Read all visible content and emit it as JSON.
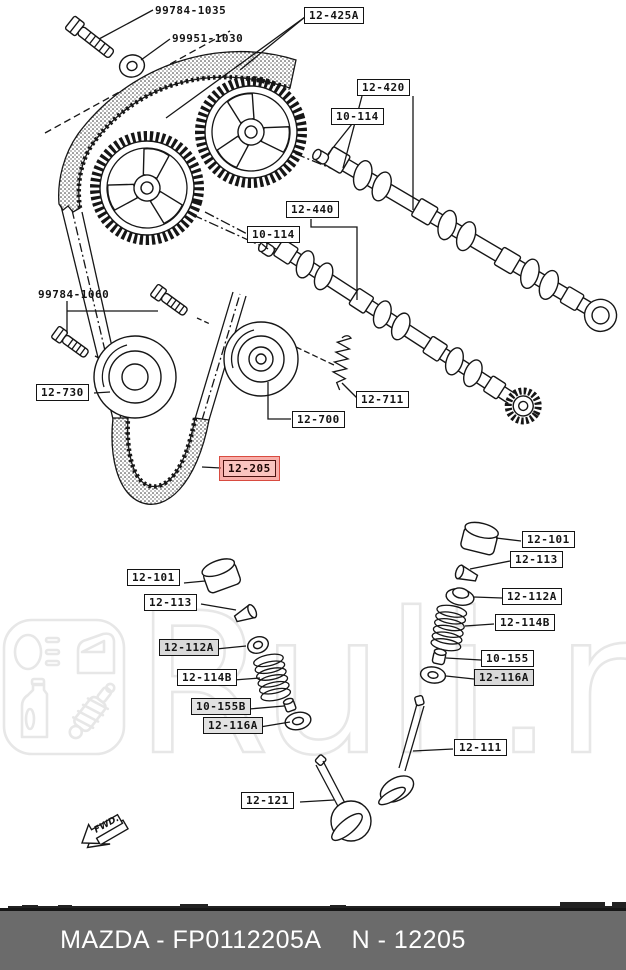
{
  "watermark": {
    "text": "Ruli.ru",
    "color": "#e7e7e7",
    "icons": [
      "headlight-icon",
      "car-door-icon",
      "oil-canister-icon",
      "shock-absorber-icon"
    ]
  },
  "fwd": {
    "text": "FWD."
  },
  "highlight": {
    "fill": "#f2968c",
    "border": "#d84b40",
    "highlighted_part": "12-205"
  },
  "line_color": "#161616",
  "labels": [
    {
      "id": "bolt-top",
      "text": "99784-1035",
      "style": "plain"
    },
    {
      "id": "washer-top",
      "text": "99951-1030",
      "style": "plain"
    },
    {
      "id": "cam-gears",
      "text": "12-425A",
      "style": "box"
    },
    {
      "id": "camshaft-intake",
      "text": "12-420",
      "style": "box"
    },
    {
      "id": "plug-intake",
      "text": "10-114",
      "style": "box"
    },
    {
      "id": "camshaft-exhaust",
      "text": "12-440",
      "style": "box"
    },
    {
      "id": "plug-exhaust",
      "text": "10-114",
      "style": "box"
    },
    {
      "id": "bolts-idler",
      "text": "99784-1060",
      "style": "plain"
    },
    {
      "id": "idler-pulley",
      "text": "12-730",
      "style": "box"
    },
    {
      "id": "tensioner-spring",
      "text": "12-711",
      "style": "box"
    },
    {
      "id": "tensioner-pulley",
      "text": "12-700",
      "style": "box"
    },
    {
      "id": "timing-belt",
      "text": "12-205",
      "style": "highlight"
    },
    {
      "id": "tappet-left",
      "text": "12-101",
      "style": "box"
    },
    {
      "id": "keeper-left",
      "text": "12-113",
      "style": "box"
    },
    {
      "id": "seal-left",
      "text": "12-112A",
      "style": "box-shaded"
    },
    {
      "id": "spring-left",
      "text": "12-114B",
      "style": "box"
    },
    {
      "id": "seat-left",
      "text": "10-155B",
      "style": "box-shaded"
    },
    {
      "id": "washer-left",
      "text": "12-116A",
      "style": "box-shaded"
    },
    {
      "id": "tappet-right",
      "text": "12-101",
      "style": "box"
    },
    {
      "id": "keeper-right",
      "text": "12-113",
      "style": "box"
    },
    {
      "id": "seal-right",
      "text": "12-112A",
      "style": "box"
    },
    {
      "id": "spring-right",
      "text": "12-114B",
      "style": "box"
    },
    {
      "id": "seat-right",
      "text": "10-155",
      "style": "box"
    },
    {
      "id": "washer-right",
      "text": "12-116A",
      "style": "box-shaded"
    },
    {
      "id": "valve-exhaust",
      "text": "12-111",
      "style": "box"
    },
    {
      "id": "valve-intake",
      "text": "12-121",
      "style": "box"
    }
  ],
  "footer": {
    "text_left": "MAZDA - FP0112205A",
    "text_right": "N - 12205",
    "background": "#6b6b6b",
    "text_color": "#ffffff"
  }
}
